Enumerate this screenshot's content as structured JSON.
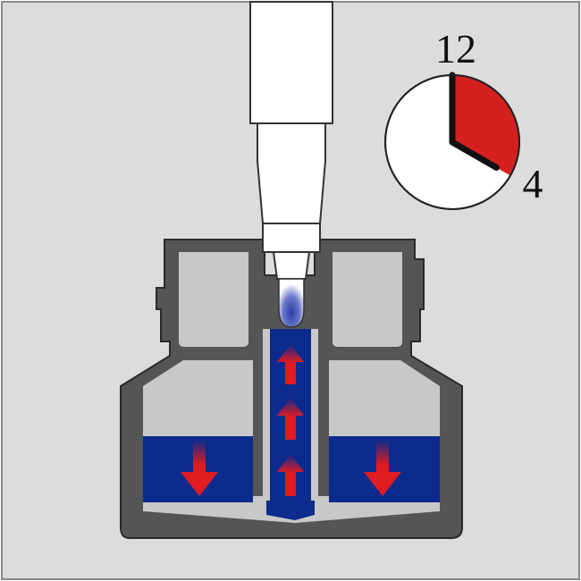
{
  "clock": {
    "label_start": "12",
    "label_end": "4",
    "elapsed_hours_start": 12,
    "elapsed_hours_end": 4
  },
  "colors": {
    "background": "#dcdcdc",
    "frame": "#555555",
    "cap_body": "#555555",
    "cap_inner": "#c8c8c8",
    "ink": "#0d2b8c",
    "arrow": "#e01b22",
    "clock_fill": "#d42020",
    "marker_body": "#ffffff"
  },
  "icons": {
    "marker": "marker-pen-icon",
    "flow_up": "arrow-up-icon",
    "flow_down": "arrow-down-icon",
    "clock": "clock-icon"
  }
}
